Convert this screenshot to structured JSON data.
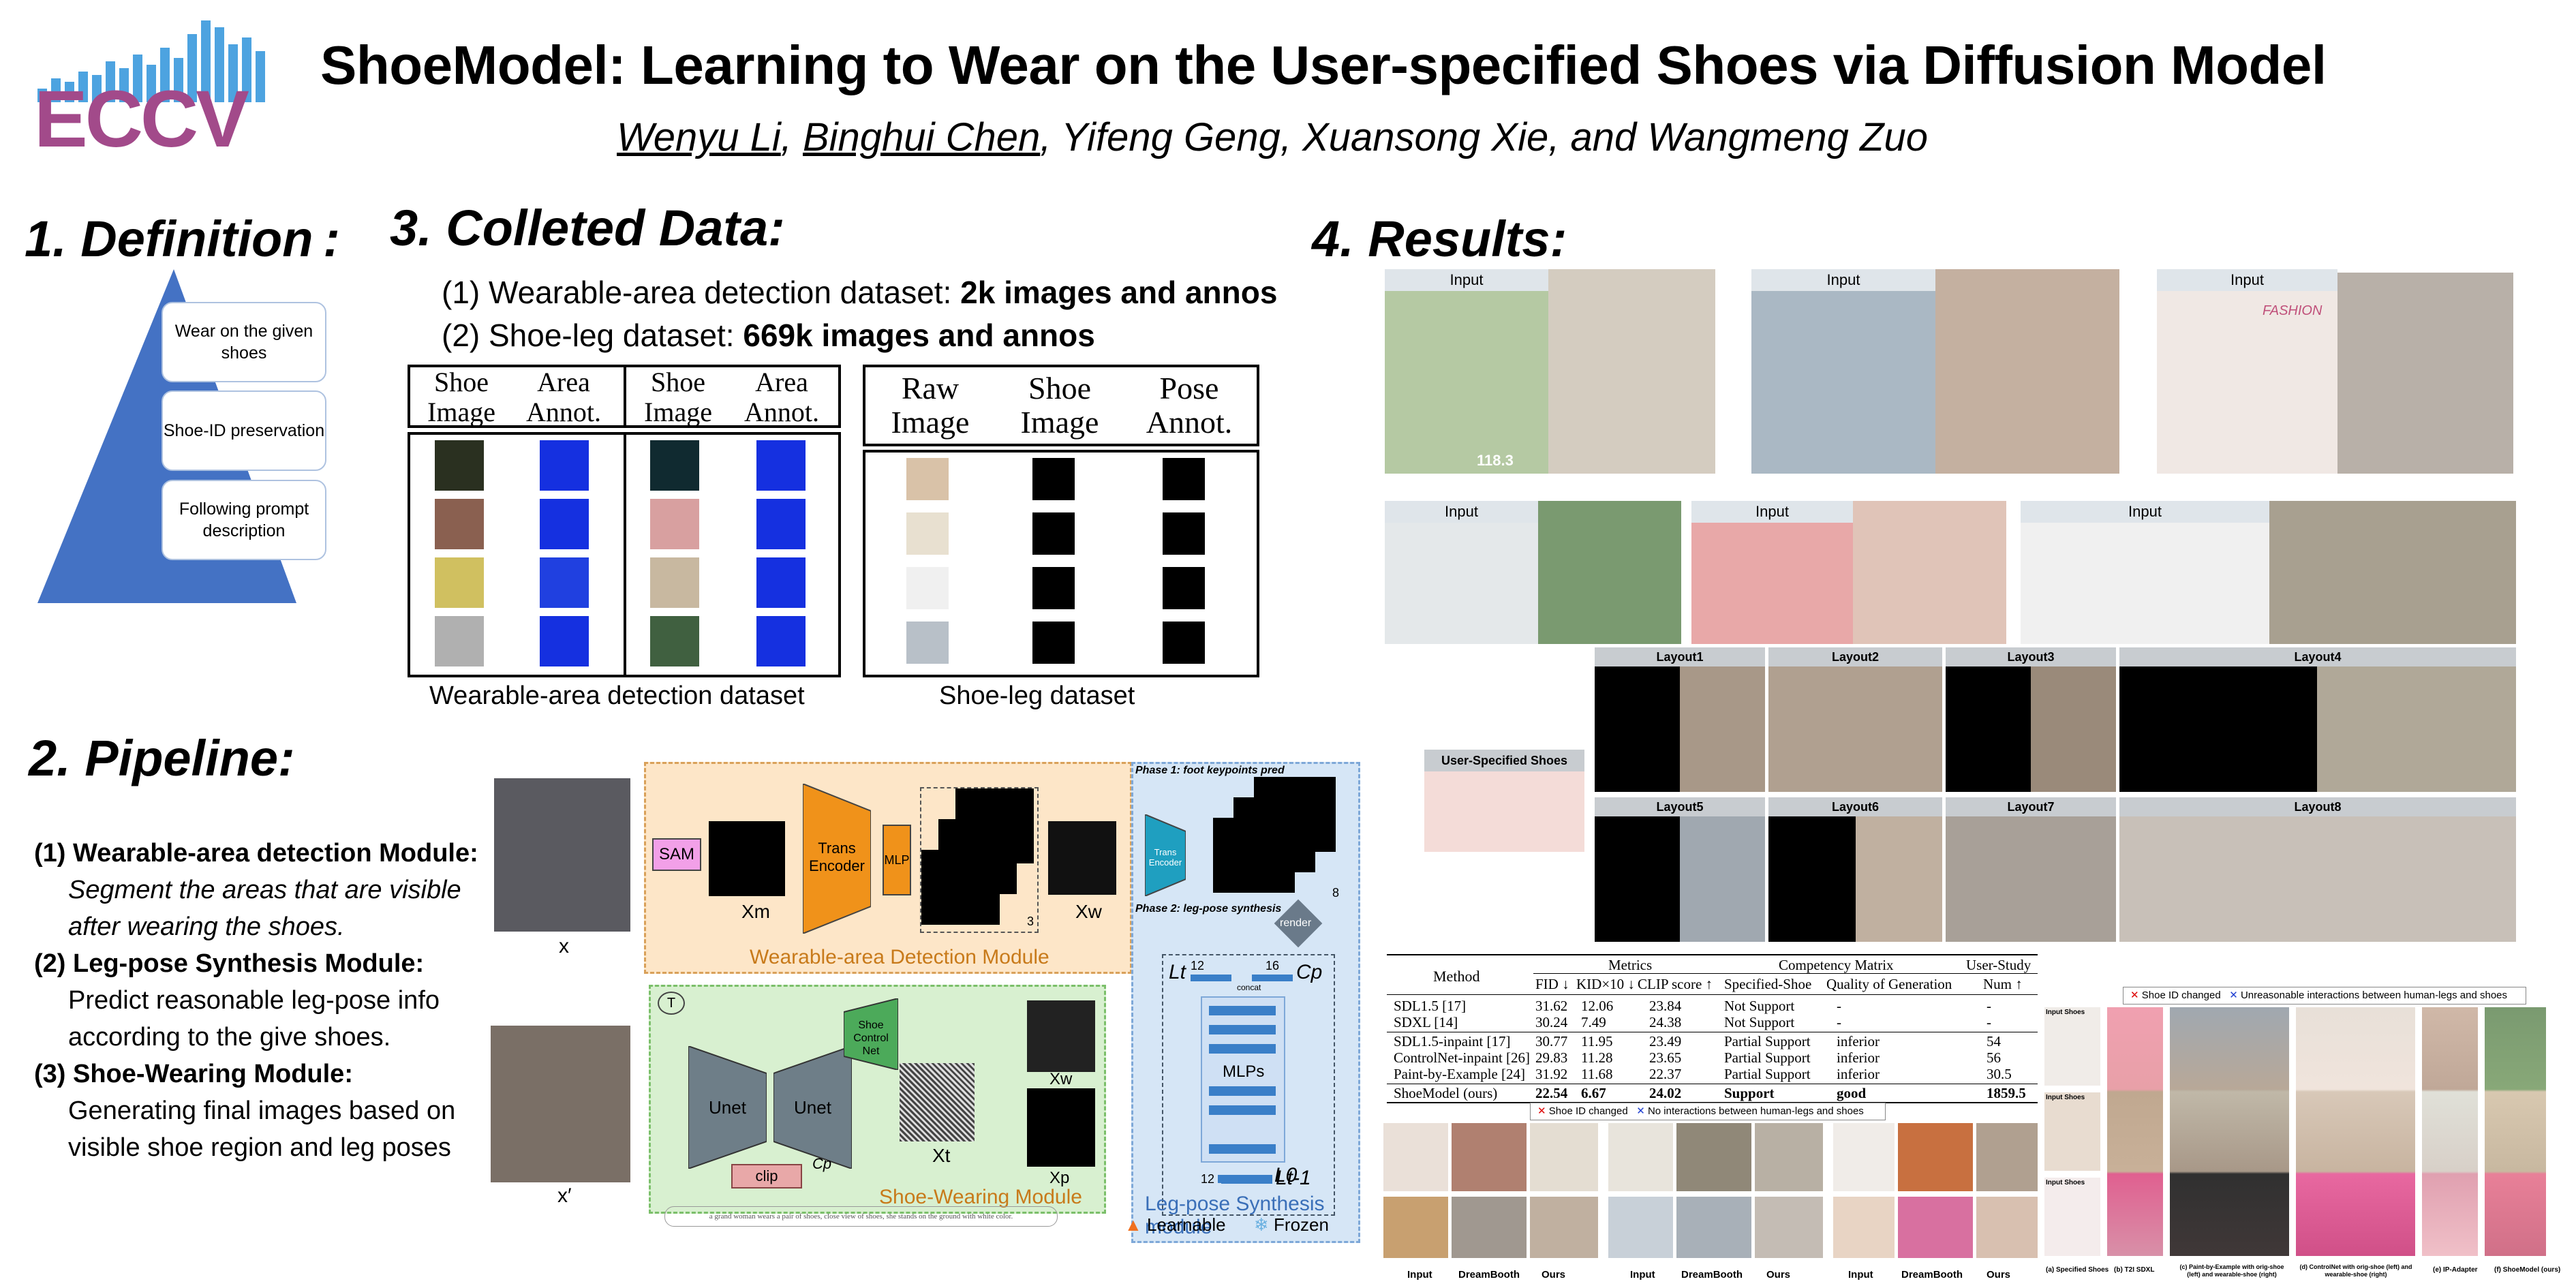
{
  "header": {
    "logo_text": "ECCV",
    "title": "ShoeModel: Learning to Wear on the User-specified Shoes via Diffusion Model",
    "authors": [
      {
        "name": "Wenyu Li",
        "underline": true
      },
      {
        "name": "Binghui Chen",
        "underline": true
      },
      {
        "name": "Yifeng Geng",
        "underline": false
      },
      {
        "name": "Xuansong Xie",
        "underline": false
      },
      {
        "name": "Wangmeng Zuo",
        "underline": false
      }
    ],
    "authors_sep1": ", ",
    "authors_sep2": ", ",
    "authors_sep3": ", ",
    "authors_sep4": ", and "
  },
  "definition": {
    "heading": "1. Definition :",
    "items": [
      "Wear on the given shoes",
      "Shoe-ID preservation",
      "Following prompt description"
    ]
  },
  "collected": {
    "heading": "3. Colleted Data:",
    "line1_plain": "(1) Wearable-area detection dataset: ",
    "line1_bold": "2k images and annos",
    "line2_plain": "(2) Shoe-leg dataset: ",
    "line2_bold": "669k images and annos",
    "table1_headers": [
      "Shoe Image",
      "Area Annot.",
      "Shoe Image",
      "Area Annot."
    ],
    "table2_headers": [
      "Raw Image",
      "Shoe Image",
      "Pose Annot."
    ],
    "caption1": "Wearable-area detection dataset",
    "caption2": "Shoe-leg dataset"
  },
  "pipeline": {
    "heading": "2. Pipeline:",
    "m1_title": "(1) Wearable-area detection Module:",
    "m1_desc1": "Segment the areas that are visible",
    "m1_desc2": "after wearing the shoes.",
    "m2_title": "(2) Leg-pose Synthesis Module:",
    "m2_desc1": "Predict reasonable leg-pose info",
    "m2_desc2": "according to the give shoes.",
    "m3_title": "(3) Shoe-Wearing Module:",
    "m3_desc1": "Generating final images based on",
    "m3_desc2": "visible shoe region and leg poses",
    "diagram": {
      "x": "x",
      "x_prime": "x′",
      "sam": "SAM",
      "xm": "Xm",
      "trans": "Trans Encoder",
      "mlp": "MLP",
      "xw": "Xw",
      "num3": "3",
      "num8": "8",
      "wad": "Wearable-area Detection Module",
      "phase1": "Phase 1: foot keypoints pred",
      "phase2": "Phase 2: leg-pose synthesis",
      "trans2": "Trans Encoder",
      "render": "render",
      "lt": "Lt",
      "cp": "Cp",
      "n12": "12",
      "n16": "16",
      "concat": "concat",
      "mlps": "MLPs",
      "lt1": "Lt-1",
      "l0": "L0",
      "lps": "Leg-pose Synthesis module",
      "shoecn": "Shoe Control Net",
      "unet1": "Unet",
      "unet2": "Unet",
      "xt": "Xt",
      "xw2": "Xw",
      "xp": "Xp",
      "clip": "clip",
      "cp2": "Cp",
      "swm": "Shoe-Wearing Module",
      "t": "T",
      "prompt": "a grand woman wears a pair of shoes, close view of shoes, she stands on the ground with white color.",
      "learnable": "Learnable",
      "frozen": "Frozen"
    }
  },
  "results": {
    "heading": "4. Results:",
    "input_label": "Input",
    "price": "118.3",
    "brand": "FASHION",
    "user_shoes": "User-Specified Shoes",
    "layouts": [
      "Layout1",
      "Layout2",
      "Layout3",
      "Layout4",
      "Layout5",
      "Layout6",
      "Layout7",
      "Layout8"
    ],
    "table": {
      "col_method": "Method",
      "col_metrics": "Metrics",
      "col_comp": "Competency Matrix",
      "col_user": "User-Study",
      "sub": [
        "FID ↓",
        "KID×10 ↓",
        "CLIP score ↑",
        "Specified-Shoe",
        "Quality of Generation",
        "Num ↑"
      ],
      "rows": [
        [
          "SDL1.5 [17]",
          "31.62",
          "12.06",
          "23.84",
          "Not Support",
          "-",
          "-"
        ],
        [
          "SDXL [14]",
          "30.24",
          "7.49",
          "24.38",
          "Not Support",
          "-",
          "-"
        ],
        [
          "SDL1.5-inpaint [17]",
          "30.77",
          "11.95",
          "23.49",
          "Partial Support",
          "inferior",
          "54"
        ],
        [
          "ControlNet-inpaint [26]",
          "29.83",
          "11.28",
          "23.65",
          "Partial Support",
          "inferior",
          "56"
        ],
        [
          "Paint-by-Example [24]",
          "31.92",
          "11.68",
          "22.37",
          "Partial Support",
          "inferior",
          "30.5"
        ],
        [
          "ShoeModel (ours)",
          "22.54",
          "6.67",
          "24.02",
          "Support",
          "good",
          "1859.5"
        ]
      ]
    },
    "legend_left": [
      "Shoe ID changed",
      "No interactions between human-legs and shoes"
    ],
    "legend_right": [
      "Shoe ID changed",
      "Unreasonable interactions between human-legs and shoes"
    ],
    "bottom_labels": [
      "Input",
      "DreamBooth",
      "Ours",
      "Input",
      "DreamBooth",
      "Ours",
      "Input",
      "DreamBooth",
      "Ours"
    ],
    "right_labels": [
      "(a) Specified Shoes",
      "(b) T2I SDXL",
      "(c) Paint-by-Example with orig-shoe (left) and wearable-shoe (right)",
      "(d) ControlNet with orig-shoe (left) and wearable-shoe (right)",
      "(e) IP-Adapter",
      "(f) ShoeModel (ours)"
    ],
    "right_inputs": [
      "Input Shoes",
      "Input Shoes",
      "Input Shoes"
    ]
  },
  "colors": {
    "accent_blue": "#4472c4",
    "wad_bg": "#fde6c8",
    "lps_bg": "#d6e6f6",
    "swm_bg": "#d8f0d0",
    "mlp_orange": "#f0921a"
  }
}
